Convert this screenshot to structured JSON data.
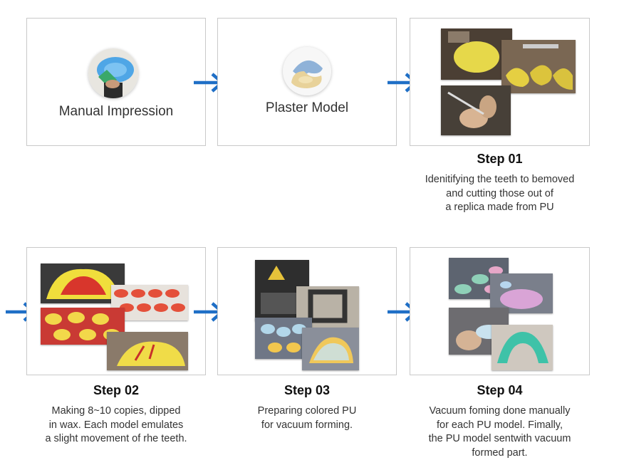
{
  "boxes": {
    "impression": {
      "label": "Manual Impression"
    },
    "plaster": {
      "label": "Plaster Model"
    }
  },
  "steps": [
    {
      "title": "Step 01",
      "lines": [
        "Idenitifying the teeth to bemoved",
        "and cutting those out of",
        "a replica made from PU"
      ]
    },
    {
      "title": "Step 02",
      "lines": [
        "Making 8~10 copies, dipped",
        "in wax. Each model emulates",
        "a slight movement of rhe teeth."
      ]
    },
    {
      "title": "Step 03",
      "lines": [
        "Preparing colored PU",
        "for vacuum forming."
      ]
    },
    {
      "title": "Step 04",
      "lines": [
        "Vacuum foming done manually",
        "for each PU model.  Fimally,",
        "the PU model sentwith vacuum",
        "formed part."
      ]
    }
  ],
  "colors": {
    "arrow": "#1f6fc6",
    "border": "#c9c9c9"
  }
}
